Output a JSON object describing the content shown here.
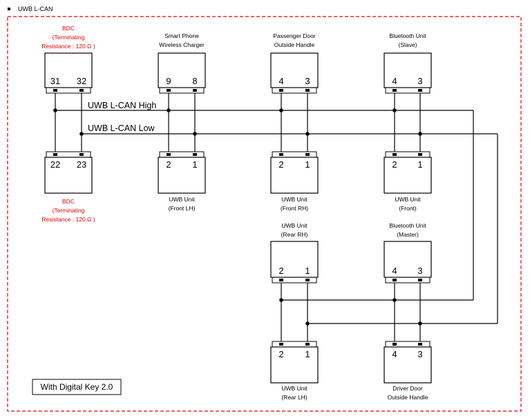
{
  "diagram": {
    "title": "UWB L-CAN",
    "bus_high_label": "UWB L-CAN High",
    "bus_low_label": "UWB L-CAN Low",
    "note": "With Digital Key 2.0",
    "colors": {
      "border": "#e00000",
      "red_text": "#e00000",
      "wire": "#000000"
    }
  },
  "components": [
    {
      "id": "bdc_top",
      "label": [
        "BDC",
        "(Terminating",
        "Resistance : 120      Ω )"
      ],
      "red": true,
      "pins": [
        "31",
        "32"
      ]
    },
    {
      "id": "smart_phone_charger",
      "label": [
        "Smart Phone",
        "Wireless Charger"
      ],
      "red": false,
      "pins": [
        "9",
        "8"
      ]
    },
    {
      "id": "passenger_door_handle",
      "label": [
        "Passenger Door",
        "Outside Handle"
      ],
      "red": false,
      "pins": [
        "4",
        "3"
      ]
    },
    {
      "id": "bluetooth_slave",
      "label": [
        "Bluetooth Unit",
        "(Slave)"
      ],
      "red": false,
      "pins": [
        "4",
        "3"
      ]
    },
    {
      "id": "bdc_bottom",
      "label": [
        "BDC",
        "(Terminating",
        "Resistance : 120      Ω )"
      ],
      "red": true,
      "pins": [
        "22",
        "23"
      ]
    },
    {
      "id": "uwb_front_lh",
      "label": [
        "UWB Unit",
        "(Front LH)"
      ],
      "red": false,
      "pins": [
        "2",
        "1"
      ]
    },
    {
      "id": "uwb_front_rh",
      "label": [
        "UWB Unit",
        "(Front RH)"
      ],
      "red": false,
      "pins": [
        "2",
        "1"
      ]
    },
    {
      "id": "uwb_front",
      "label": [
        "UWB Unit",
        "(Front)"
      ],
      "red": false,
      "pins": [
        "2",
        "1"
      ]
    },
    {
      "id": "uwb_rear_rh",
      "label": [
        "UWB Unit",
        "(Rear RH)"
      ],
      "red": false,
      "pins": [
        "2",
        "1"
      ]
    },
    {
      "id": "bluetooth_master",
      "label": [
        "Bluetooth Unit",
        "(Master)"
      ],
      "red": false,
      "pins": [
        "4",
        "3"
      ]
    },
    {
      "id": "uwb_rear_lh",
      "label": [
        "UWB Unit",
        "(Rear LH)"
      ],
      "red": false,
      "pins": [
        "2",
        "1"
      ]
    },
    {
      "id": "driver_door_handle",
      "label": [
        "Driver Door",
        "Outside Handle"
      ],
      "red": false,
      "pins": [
        "4",
        "3"
      ]
    }
  ]
}
